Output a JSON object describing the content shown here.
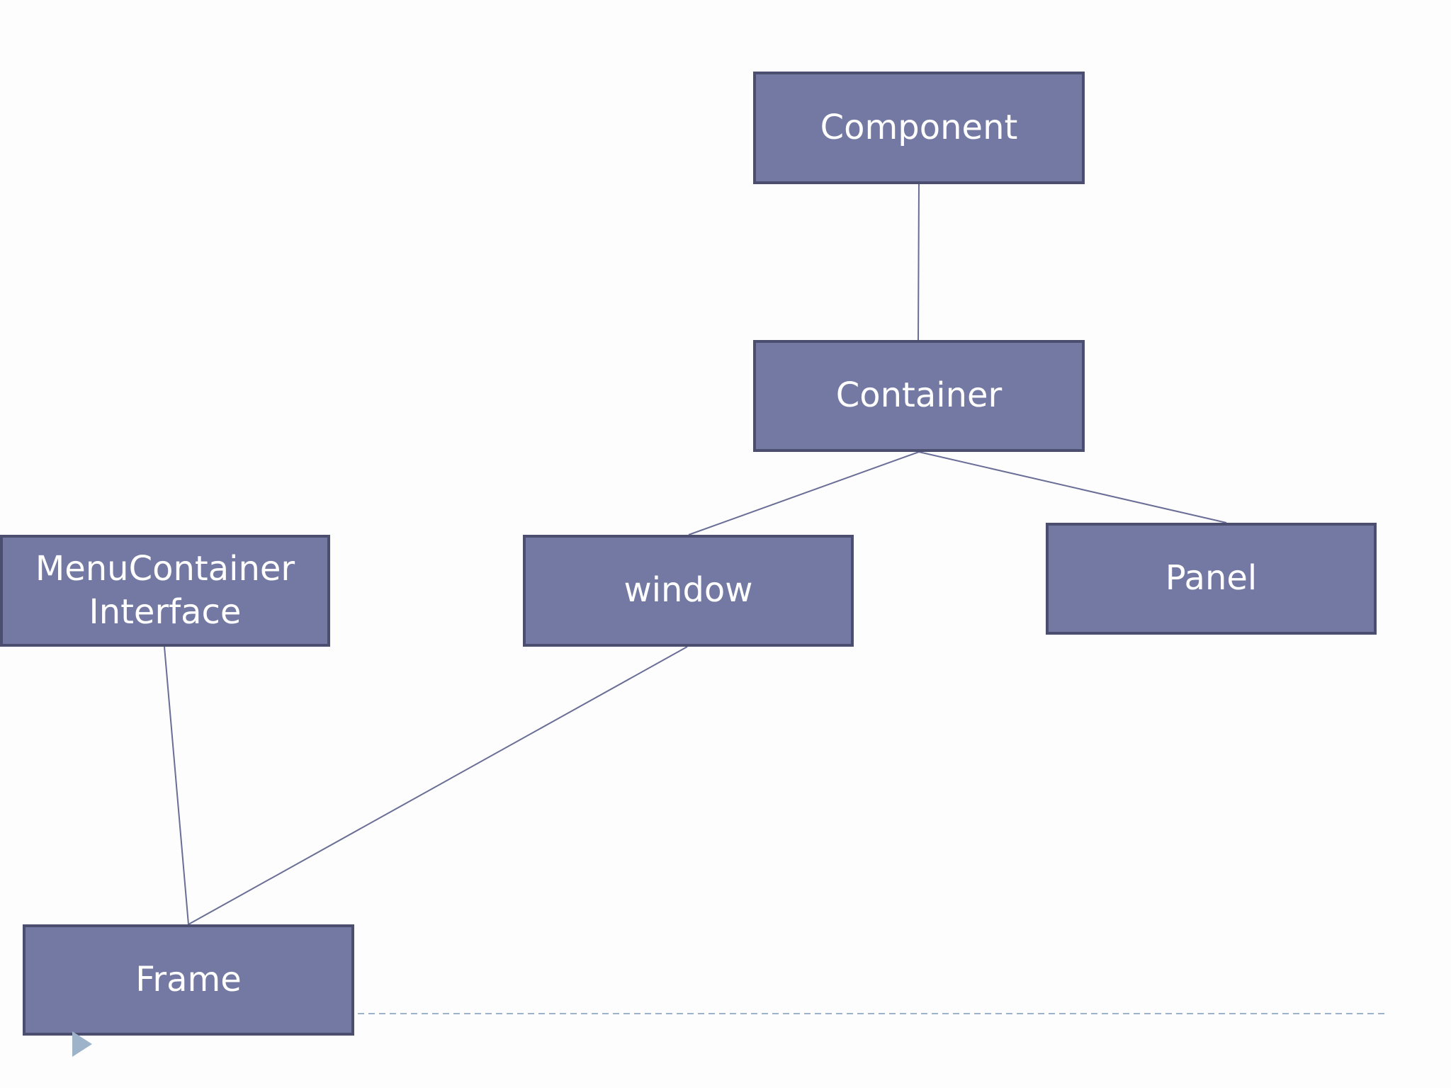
{
  "diagram": {
    "nodes": [
      {
        "id": "component",
        "label": "Component"
      },
      {
        "id": "container",
        "label": "Container"
      },
      {
        "id": "menucontainer",
        "label": "MenuContainer\nInterface"
      },
      {
        "id": "window",
        "label": "window"
      },
      {
        "id": "panel",
        "label": "Panel"
      },
      {
        "id": "frame",
        "label": "Frame"
      }
    ],
    "edges": [
      {
        "from": "component",
        "to": "container"
      },
      {
        "from": "container",
        "to": "window"
      },
      {
        "from": "container",
        "to": "panel"
      },
      {
        "from": "menucontainer",
        "to": "frame"
      },
      {
        "from": "window",
        "to": "frame"
      }
    ]
  },
  "colors": {
    "node_fill": "#7379a2",
    "node_border": "#4b4e6e",
    "node_text": "#ffffff",
    "connector": "#6a6e96",
    "footer_rule": "#9db3c9",
    "bullet": "#9db3c9"
  },
  "icons": {
    "footer_marker": "triangle-right-icon"
  }
}
